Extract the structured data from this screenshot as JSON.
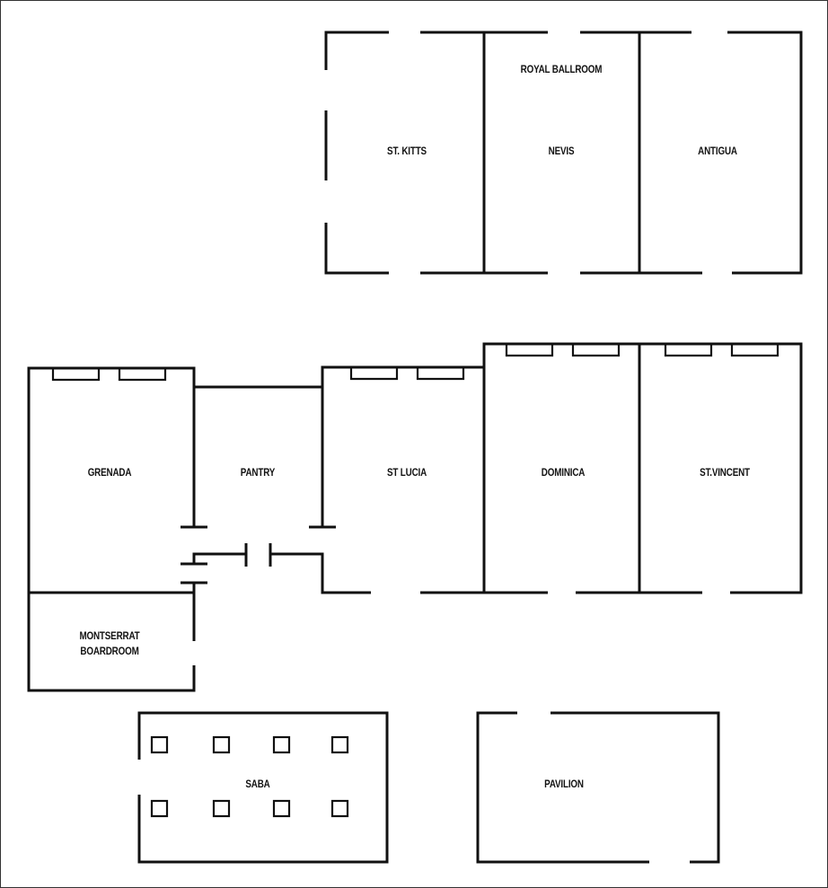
{
  "floorplan": {
    "stroke_color": "#111111",
    "background": "#ffffff",
    "rooms": {
      "royal_ballroom": "ROYAL BALLROOM",
      "st_kitts": "ST. KITTS",
      "nevis": "NEVIS",
      "antigua": "ANTIGUA",
      "grenada": "GRENADA",
      "pantry": "PANTRY",
      "st_lucia": "ST LUCIA",
      "dominica": "DOMINICA",
      "st_vincent": "ST.VINCENT",
      "montserrat": "MONTSERRAT\nBOARDROOM",
      "saba": "SABA",
      "pavilion": "PAVILION"
    }
  }
}
